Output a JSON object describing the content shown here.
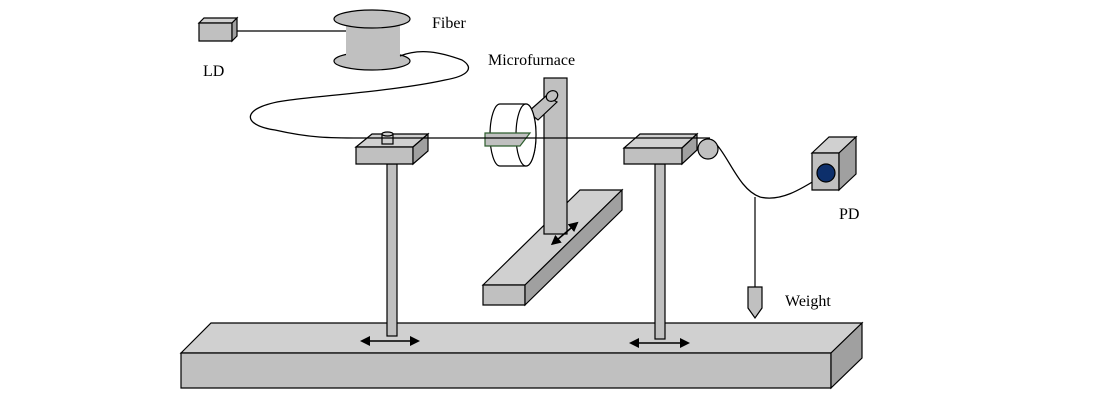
{
  "diagram": {
    "title": "Fiber tapering setup",
    "labels": {
      "ld": "LD",
      "fiber": "Fiber",
      "microfurnace": "Microfurnace",
      "pd": "PD",
      "weight": "Weight"
    },
    "colors": {
      "body_front": "#c0c0c0",
      "body_top": "#d0d0d0",
      "body_side": "#a0a0a0",
      "furnace_slot": "#2e5e2e",
      "pd_sensor": "#0d2f6b",
      "line": "#000000"
    }
  }
}
